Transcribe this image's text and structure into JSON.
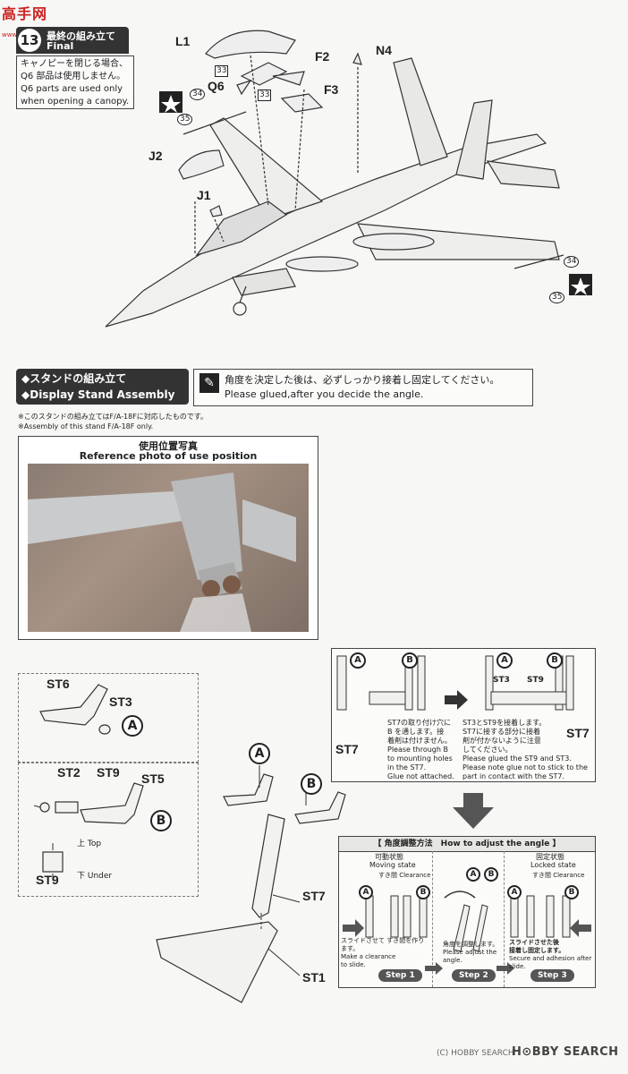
{
  "watermark": {
    "site_name": "高手网",
    "site_url": "www.gaoshou.net"
  },
  "step13": {
    "number": "13",
    "title_jp": "最終の組み立て",
    "title_en": "Final Assembly",
    "note_jp_1": "キャノピーを閉じる場合、",
    "note_jp_2": "Q6 部品は使用しません。",
    "note_en_1": "Q6 parts are used only",
    "note_en_2": "when opening a canopy."
  },
  "parts": {
    "L1": "L1",
    "F2": "F2",
    "F3": "F3",
    "N4": "N4",
    "Q6": "Q6",
    "J2": "J2",
    "J1": "J1",
    "n33a": "33",
    "n33b": "33",
    "n34a": "34",
    "n35a": "35",
    "n34b": "34",
    "n35b": "35"
  },
  "stand": {
    "title_jp": "◆スタンドの組み立て",
    "title_en": "◆Display Stand Assembly",
    "glue_jp": "角度を決定した後は、必ずしっかり接着し固定してください。",
    "glue_en": "Please glued,after you decide the angle.",
    "note_jp": "※このスタンドの組み立てはF/A-18Fに対応したものです。",
    "note_en": "※Assembly of this stand F/A-18F only.",
    "photo_title_jp": "使用位置写真",
    "photo_title_en": "Reference photo of use position"
  },
  "stand_parts": {
    "ST6": "ST6",
    "ST3": "ST3",
    "A": "A",
    "ST2": "ST2",
    "ST9": "ST9",
    "ST5": "ST5",
    "B": "B",
    "top": "上 Top",
    "under": "下 Under",
    "ST9b": "ST9",
    "ST7": "ST7",
    "ST1": "ST1",
    "A2": "A",
    "B2": "B"
  },
  "detail_box": {
    "A1": "A",
    "B1": "B",
    "A2": "A",
    "B2": "B",
    "ST7a": "ST7",
    "ST3": "ST3",
    "ST9": "ST9",
    "ST7b": "ST7",
    "left_jp_1": "ST7の取り付け穴に",
    "left_jp_2": "B を通します。接",
    "left_jp_3": "着剤は付けません。",
    "left_en_1": "Please through B",
    "left_en_2": "to mounting holes",
    "left_en_3": "in the ST7.",
    "left_en_4": "Glue not attached.",
    "right_jp_1": "ST3とST9を接着します。",
    "right_jp_2": "ST7に接する部分に接着",
    "right_jp_3": "剤が付かないように注意",
    "right_jp_4": "してください。",
    "right_en_1": "Please glued the ST9 and ST3.",
    "right_en_2": "Please note glue not to stick to the",
    "right_en_3": "part in contact with the ST7."
  },
  "angle_box": {
    "title": "【 角度調整方法　How to adjust the angle 】",
    "moving_jp": "可動状態",
    "moving_en": "Moving state",
    "locked_jp": "固定状態",
    "locked_en": "Locked state",
    "clearance_1": "すき間 Clearance",
    "clearance_2": "すき間 Clearance",
    "slide_jp": "スライドさせて すき間を作ります。",
    "slide_en_1": "Make a clearance",
    "slide_en_2": "to slide.",
    "adjust_jp": "角度を調整します。",
    "adjust_en_1": "Please adjust the",
    "adjust_en_2": "angle.",
    "secure_jp_1": "スライドさせた後",
    "secure_jp_2": "接着し固定します。",
    "secure_en": "Secure and adhesion after slide.",
    "step1": "Step 1",
    "step2": "Step 2",
    "step3": "Step 3",
    "A1": "A",
    "B1": "B",
    "A2": "A",
    "B2": "B",
    "A3": "A",
    "B3": "B"
  },
  "footer": {
    "credit": "(C) HOBBY SEARCH",
    "logo": "H⊙BBY SEARCH"
  }
}
